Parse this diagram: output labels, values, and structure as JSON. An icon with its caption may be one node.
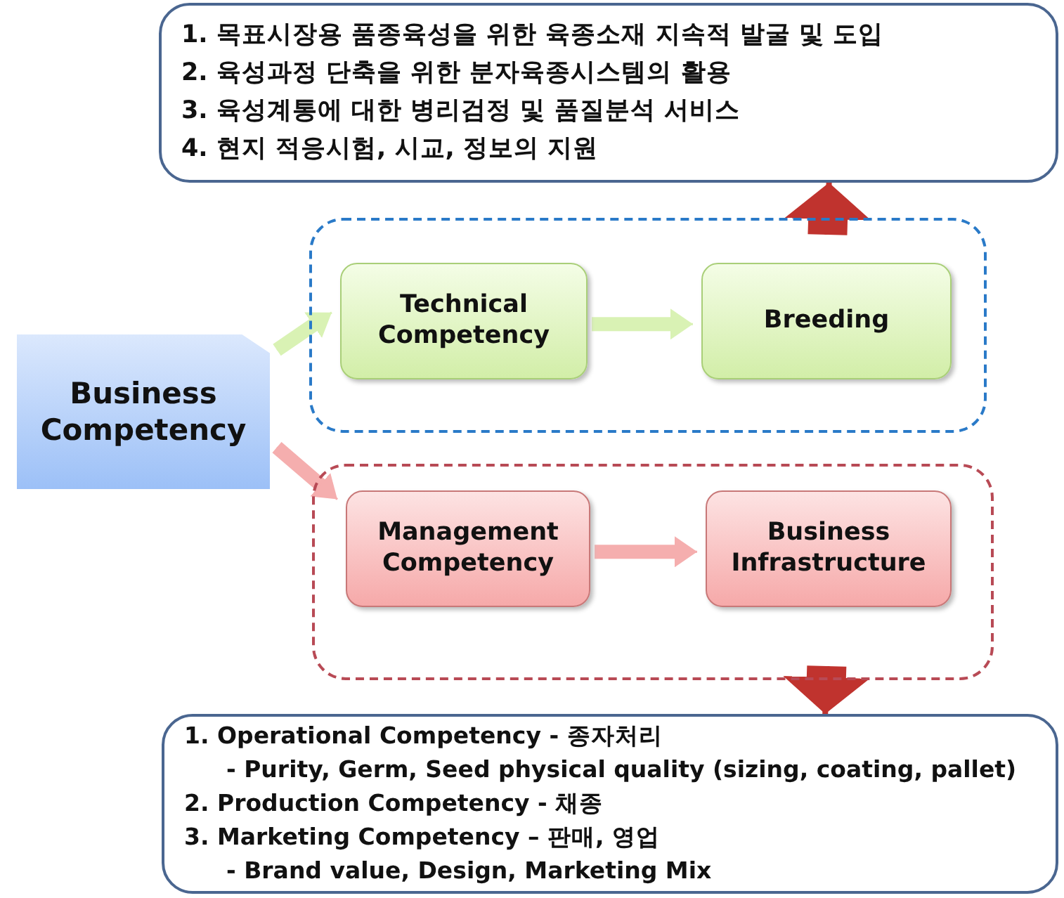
{
  "diagram": {
    "nodes": [
      {
        "text": [
          "1. 목표시장용 품종육성을 위한 육종소재 지속적 발굴 및 도입",
          "2. 육성과정 단축을 위한 분자육종시스템의 활용",
          "3. 육성계통에 대한 병리검정 및 품질분석 서비스",
          "4. 현지 적응시험, 시교, 정보의 지원"
        ]
      },
      {
        "text": [],
        "shape": "box"
      },
      {
        "text": [
          "Technical Competency"
        ],
        "in": 1
      },
      {
        "text": [
          "Breeding"
        ],
        "in": 1
      },
      {
        "text": [
          "Business Competency"
        ]
      },
      {
        "text": [],
        "shape": "box"
      },
      {
        "text": [
          "Management Competency"
        ],
        "in": 5
      },
      {
        "text": [
          "Business Infrastructure"
        ],
        "in": 5
      },
      {
        "text": [
          "1. Operational Competency - 종자처리",
          "- Purity, Germ, Seed physical quality (sizing, coating, pallet)",
          "2. Production Competency - 채종",
          "3. Marketing Competency – 판매, 영업",
          "- Brand value, Design, Marketing Mix"
        ]
      }
    ],
    "edges": [
      {
        "from": 4,
        "to": 2,
        "arrow": "to",
        "color": "#d9f2b4"
      },
      {
        "from": 2,
        "to": 3,
        "arrow": "to",
        "color": "#d9f2b4"
      },
      {
        "from": 4,
        "to": 6,
        "arrow": "to",
        "color": "#f5aeae"
      },
      {
        "from": 6,
        "to": 7,
        "arrow": "to",
        "color": "#f5aeae"
      },
      {
        "from": 1,
        "to": 0,
        "arrow": "to",
        "style": "thick",
        "color": "#c0332e"
      },
      {
        "from": 5,
        "to": 8,
        "arrow": "to",
        "style": "thick",
        "color": "#c0332e"
      }
    ]
  }
}
